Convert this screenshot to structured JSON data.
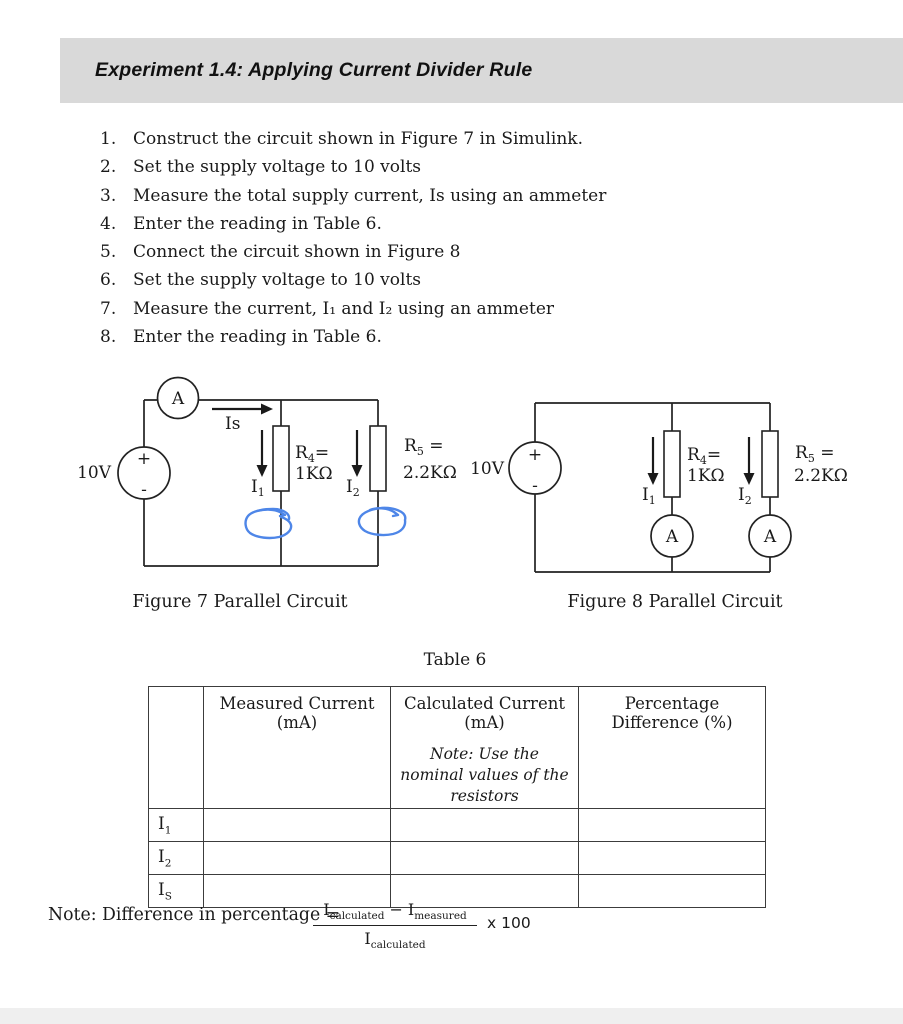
{
  "header": {
    "title": "Experiment 1.4: Applying Current Divider Rule"
  },
  "step_numbers": [
    "1.",
    "2.",
    "3.",
    "4.",
    "5.",
    "6.",
    "7.",
    "8."
  ],
  "steps": [
    "Construct the circuit shown in Figure 7 in Simulink.",
    "Set the supply voltage to 10 volts",
    "Measure the total supply current, Is using an ammeter",
    "Enter the reading in Table 6.",
    "Connect the circuit shown in Figure 8",
    "Set the supply voltage to 10 volts",
    "Measure the current, I₁ and I₂ using an ammeter",
    "Enter the reading in Table 6."
  ],
  "figure7": {
    "caption": "Figure 7 Parallel Circuit",
    "source_voltage": "10V",
    "plus": "+",
    "minus": "-",
    "ammeter": "A",
    "supply_current_label": "Is",
    "branch1_current": {
      "base": "I",
      "sub": "1"
    },
    "branch2_current": {
      "base": "I",
      "sub": "2"
    },
    "resistor1": {
      "base": "R",
      "sub": "4",
      "eq": "=",
      "value": "1KΩ"
    },
    "resistor2": {
      "base": "R",
      "sub": "5",
      "eq": " =",
      "value": "2.2KΩ"
    },
    "annotation_color": "#4e86e8"
  },
  "figure8": {
    "caption": "Figure 8 Parallel Circuit",
    "source_voltage": "10V",
    "plus": "+",
    "minus": "-",
    "ammeter1": "A",
    "ammeter2": "A",
    "branch1_current": {
      "base": "I",
      "sub": "1"
    },
    "branch2_current": {
      "base": "I",
      "sub": "2"
    },
    "resistor1": {
      "base": "R",
      "sub": "4",
      "eq": "=",
      "value": "1KΩ"
    },
    "resistor2": {
      "base": "R",
      "sub": "5",
      "eq": " =",
      "value": "2.2KΩ"
    }
  },
  "table": {
    "title": "Table 6",
    "col_headers": {
      "measured": {
        "line1": "Measured Current",
        "line2": "(mA)"
      },
      "calculated": {
        "line1": "Calculated Current",
        "line2": "(mA)",
        "note": "Note: Use the nominal values of the resistors"
      },
      "percentage": {
        "line1": "Percentage",
        "line2": "Difference (%)"
      }
    },
    "rows": [
      {
        "label": {
          "base": "I",
          "sub": "1"
        },
        "measured": "",
        "calculated": "",
        "percentage": ""
      },
      {
        "label": {
          "base": "I",
          "sub": "2"
        },
        "measured": "",
        "calculated": "",
        "percentage": ""
      },
      {
        "label": {
          "base": "I",
          "sub": "S"
        },
        "measured": "",
        "calculated": "",
        "percentage": ""
      }
    ]
  },
  "formula": {
    "prefix": "Note: Difference in percentage =",
    "numerator": {
      "term1_base": "I",
      "term1_sub": "calculated",
      "operator": "−",
      "term2_base": "I",
      "term2_sub": "measured"
    },
    "denominator": {
      "base": "I",
      "sub": "calculated"
    },
    "multiplier": "x 100"
  }
}
